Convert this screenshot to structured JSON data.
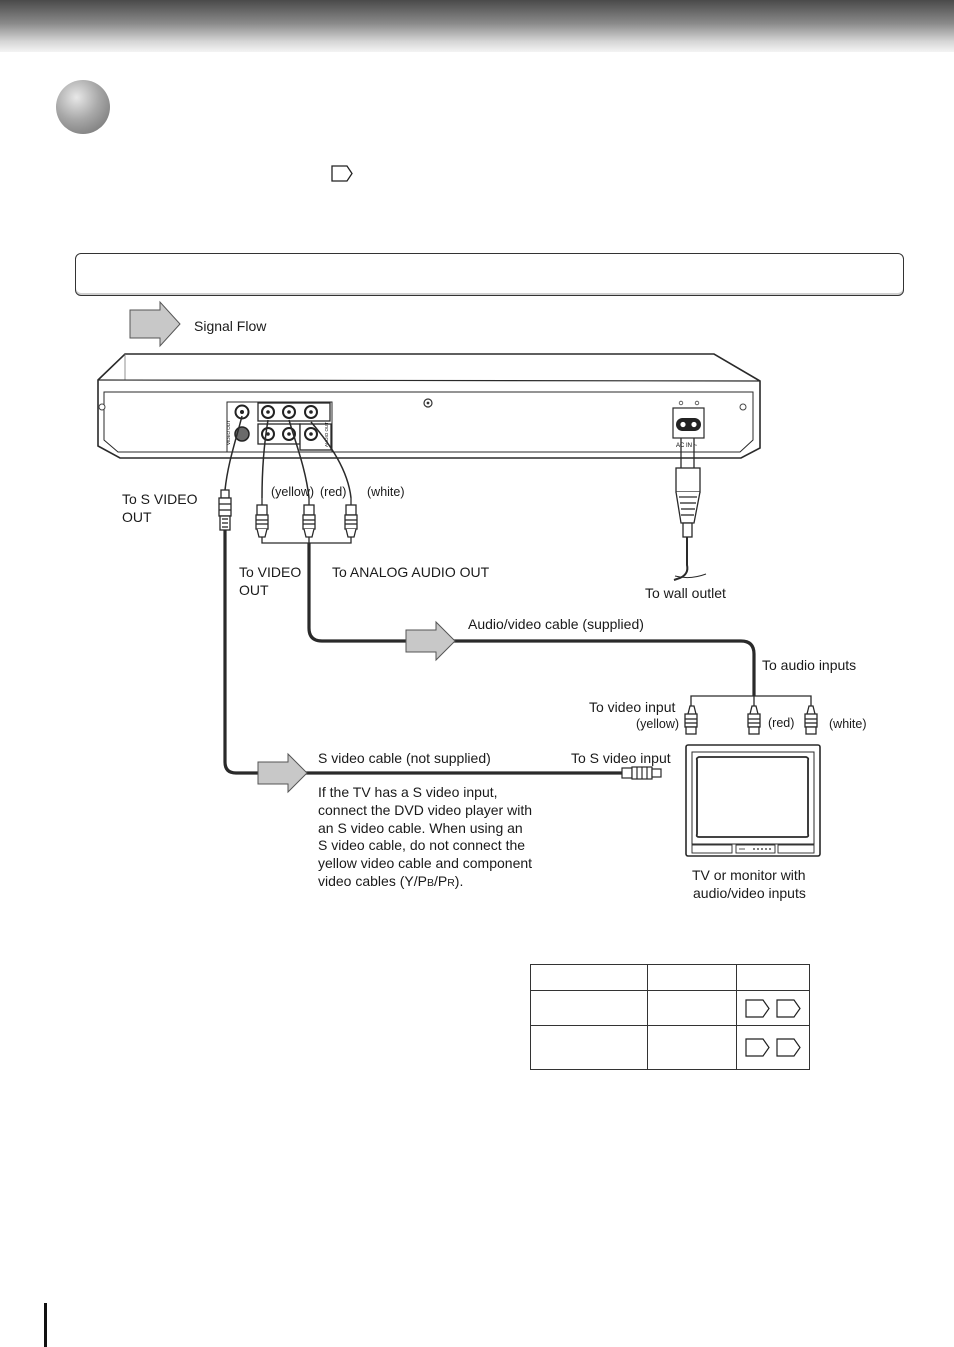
{
  "labels": {
    "signal_flow": "Signal Flow",
    "to_s_video_out": [
      "To S VIDEO",
      "OUT"
    ],
    "yellow": "(yellow)",
    "red": "(red)",
    "white": "(white)",
    "to_video_out": [
      "To VIDEO",
      "OUT"
    ],
    "to_analog_audio_out": "To ANALOG AUDIO OUT",
    "to_wall_outlet": "To wall outlet",
    "av_cable": "Audio/video cable (supplied)",
    "to_audio_inputs": "To audio inputs",
    "to_video_input": "To video input",
    "tv_yellow": "(yellow)",
    "tv_red": "(red)",
    "tv_white": "(white)",
    "s_video_cable": "S video cable (not supplied)",
    "to_s_video_input": "To S video input",
    "tv_caption": [
      "TV or monitor with",
      "audio/video inputs"
    ]
  },
  "note": {
    "line1": "If the TV has a  S video input,",
    "line2": "connect the DVD video player with",
    "line3": "an S video cable. When using an",
    "line4": "S video cable, do not connect the",
    "line5": "yellow video cable and component",
    "line6_pre": "video cables (Y/P",
    "line6_b": "B",
    "line6_mid": "/P",
    "line6_r": "R",
    "line6_post": ")."
  },
  "panel_labels": {
    "ac": "AC IN ~",
    "video_out": "VIDEO OUT",
    "audio_out": "AUDIO OUT"
  },
  "colors": {
    "arrow_fill": "#c8c8c8",
    "line": "#2a2a2a"
  }
}
